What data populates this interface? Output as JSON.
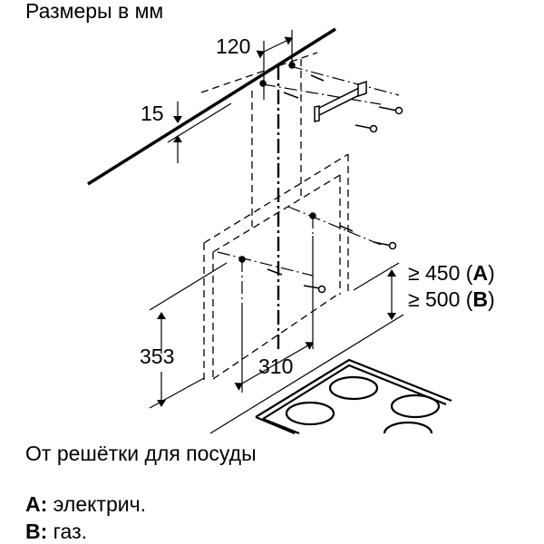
{
  "title": "Размеры в мм",
  "dimensions": {
    "d120": "120",
    "d15": "15",
    "d353": "353",
    "d310": "310",
    "clearance_a": "≥ 450 (",
    "clearance_a_letter": "A",
    "clearance_b": "≥ 500 (",
    "clearance_b_letter": "B",
    "close_paren": ")"
  },
  "caption": "От решётки для посуды",
  "legend": [
    {
      "key": "A:",
      "value": " электрич."
    },
    {
      "key": "B:",
      "value": " газ."
    }
  ]
}
